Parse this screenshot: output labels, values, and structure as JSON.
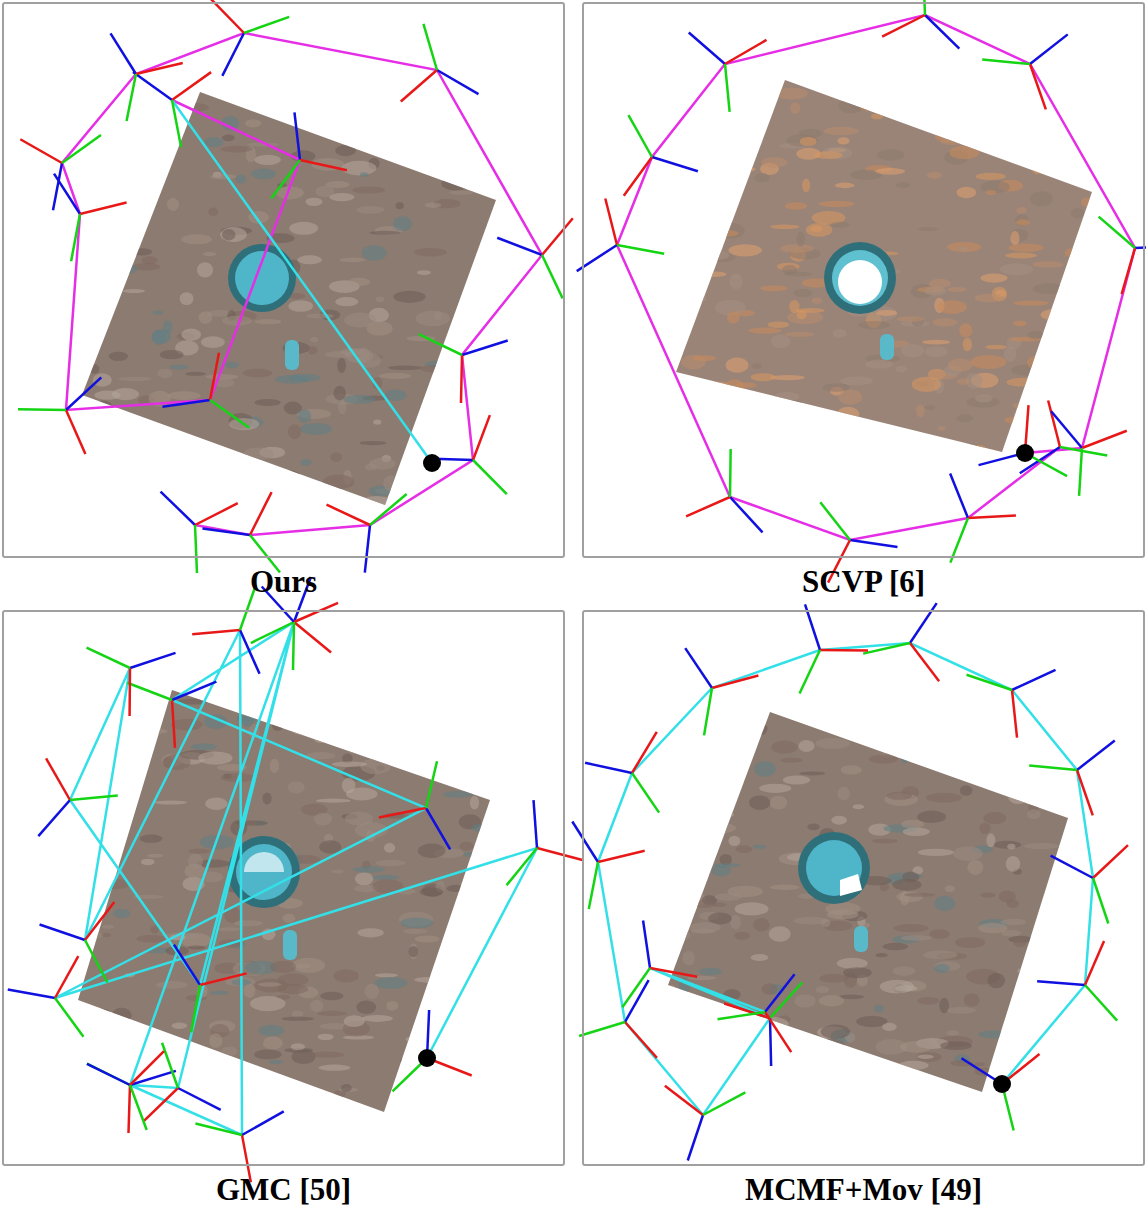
{
  "diagram": {
    "nodes": [
      {
        "text": [
          "Ours"
        ]
      },
      {
        "text": [
          "SCVP [6]"
        ]
      },
      {
        "text": [
          "GMC [50]"
        ]
      },
      {
        "text": [
          "MCMF+Mov [49]"
        ]
      }
    ]
  }
}
